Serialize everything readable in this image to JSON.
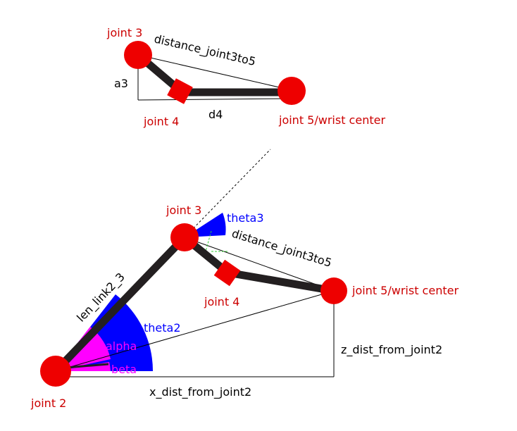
{
  "colors": {
    "joint": "#ee0000",
    "link": "#231f20",
    "angle_blue": "#0000ff",
    "angle_magenta": "#ff00ff",
    "guide": "#000000",
    "helper_green": "#33cc33",
    "joint_label": "#cc0000"
  },
  "top": {
    "joint3_label": "joint 3",
    "joint4_label": "joint 4",
    "joint5_label": "joint 5/wrist center",
    "distance_label": "distance_joint3to5",
    "a3_label": "a3",
    "d4_label": "d4"
  },
  "bottom": {
    "joint2_label": "joint 2",
    "joint3_label": "joint 3",
    "joint4_label": "joint 4",
    "joint5_label": "joint 5/wrist center",
    "len_link_label": "len_link2_3",
    "distance_label": "distance_joint3to5",
    "theta2_label": "theta2",
    "theta3_label": "theta3",
    "alpha_label": "alpha",
    "beta_label": "beta",
    "x_dist_label": "x_dist_from_joint2",
    "z_dist_label": "z_dist_from_joint2"
  }
}
